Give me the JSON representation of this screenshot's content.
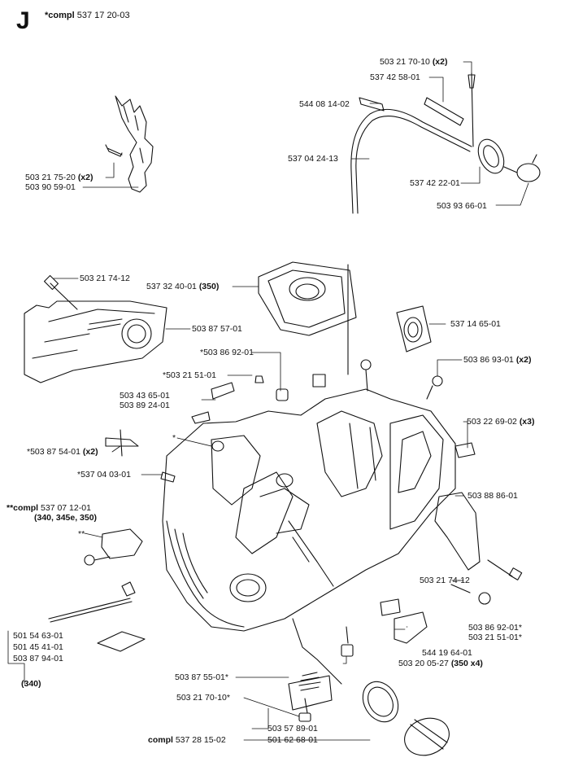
{
  "header": {
    "section_letter": "J",
    "compl_prefix": "*compl",
    "compl_number": "537 17 20-03"
  },
  "labels": [
    {
      "id": "p-503-21-70-10",
      "text": "503 21 70-10",
      "qty": "(x2)"
    },
    {
      "id": "p-537-42-58-01",
      "text": "537 42 58-01"
    },
    {
      "id": "p-544-08-14-02",
      "text": "544 08 14-02"
    },
    {
      "id": "p-537-04-24-13",
      "text": "537 04 24-13"
    },
    {
      "id": "p-537-42-22-01",
      "text": "537 42 22-01"
    },
    {
      "id": "p-503-93-66-01",
      "text": "503 93 66-01"
    },
    {
      "id": "p-503-21-75-20",
      "text": "503 21 75-20",
      "qty": "(x2)"
    },
    {
      "id": "p-503-90-59-01",
      "text": "503 90 59-01"
    },
    {
      "id": "p-503-21-74-12a",
      "text": "503 21 74-12"
    },
    {
      "id": "p-537-32-40-01",
      "text": "537 32 40-01",
      "qty": "(350)"
    },
    {
      "id": "p-503-87-57-01",
      "text": "503 87 57-01"
    },
    {
      "id": "p-537-14-65-01",
      "text": "537 14 65-01"
    },
    {
      "id": "p-503-86-92-01s",
      "text": "*503 86 92-01"
    },
    {
      "id": "p-503-21-51-01s",
      "text": "*503 21 51-01"
    },
    {
      "id": "p-503-86-93-01",
      "text": "503 86 93-01",
      "qty": "(x2)"
    },
    {
      "id": "p-503-43-65-01",
      "text": "503 43 65-01"
    },
    {
      "id": "p-503-89-24-01",
      "text": "503 89 24-01"
    },
    {
      "id": "p-503-22-69-02",
      "text": "503 22 69-02",
      "qty": "(x3)"
    },
    {
      "id": "p-star",
      "text": "*"
    },
    {
      "id": "p-503-87-54-01",
      "text": "*503 87 54-01",
      "qty": "(x2)"
    },
    {
      "id": "p-537-04-03-01",
      "text": "*537 04 03-01"
    },
    {
      "id": "p-503-88-86-01",
      "text": "503 88 86-01"
    },
    {
      "id": "p-compl-537-07-12-01",
      "prefix": "**compl",
      "text": "537 07 12-01"
    },
    {
      "id": "p-compl-models",
      "text": "(340, 345e, 350)"
    },
    {
      "id": "p-dstar",
      "text": "**"
    },
    {
      "id": "p-503-21-74-12b",
      "text": "503 21 74-12"
    },
    {
      "id": "p-503-86-92-01",
      "text": "503 86 92-01*"
    },
    {
      "id": "p-503-21-51-01",
      "text": "503 21 51-01*"
    },
    {
      "id": "p-501-54-63-01",
      "text": "501 54 63-01"
    },
    {
      "id": "p-501-45-41-01",
      "text": "501 45 41-01"
    },
    {
      "id": "p-503-87-94-01",
      "text": "503 87 94-01"
    },
    {
      "id": "p-544-19-64-01",
      "text": "544 19 64-01"
    },
    {
      "id": "p-503-20-05-27",
      "text": "503 20 05-27",
      "qty": "(350 x4)"
    },
    {
      "id": "p-340",
      "text": "(340)"
    },
    {
      "id": "p-503-87-55-01",
      "text": "503 87 55-01*"
    },
    {
      "id": "p-503-21-70-10s",
      "text": "503 21 70-10*"
    },
    {
      "id": "p-503-57-89-01",
      "text": "503 57 89-01"
    },
    {
      "id": "p-501-62-68-01",
      "text": "501 62 68-01"
    },
    {
      "id": "p-compl-537-28-15-02",
      "prefix": "compl",
      "text": "537 28 15-02"
    }
  ]
}
